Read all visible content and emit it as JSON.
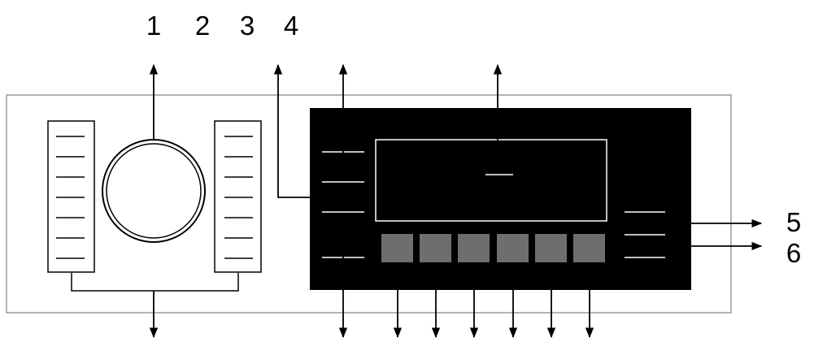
{
  "callouts": {
    "top": [
      "1",
      "2",
      "3",
      "4"
    ],
    "right": [
      "5",
      "6"
    ]
  },
  "colors": {
    "panel_border": "#9a9a9a",
    "display_bg": "#000000",
    "button_fill": "#6e6e6e",
    "line": "#000000",
    "on_display_line": "#ffffff"
  }
}
